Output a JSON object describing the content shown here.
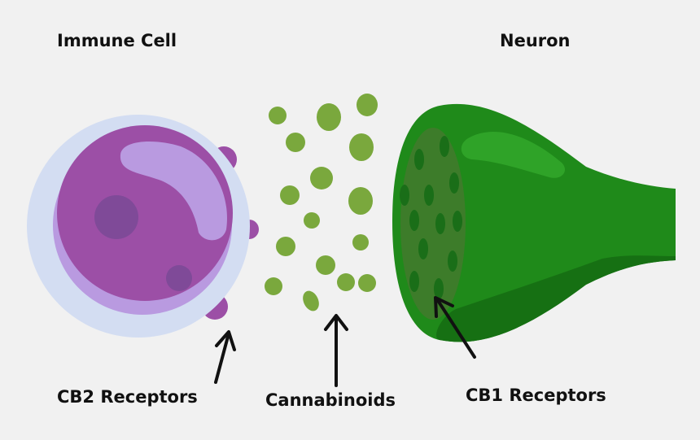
{
  "labels": {
    "immune_cell": "Immune Cell",
    "neuron": "Neuron",
    "cb2_receptors": "CB2 Receptors",
    "cannabinoids": "Cannabinoids",
    "cb1_receptors": "CB1 Receptors"
  },
  "colors": {
    "background": "#f1f1f1",
    "immune_outer": "#d3ddf2",
    "immune_nucleus": "#9c4fa6",
    "immune_lobe": "#b99ae0",
    "cb2_receptor": "#9c4fa6",
    "cannabinoid": "#7aa83d",
    "neuron_body": "#1f8a1a",
    "neuron_face": "#3d7c2a",
    "cb1_receptor": "#1a6e18",
    "arrow": "#111111"
  }
}
